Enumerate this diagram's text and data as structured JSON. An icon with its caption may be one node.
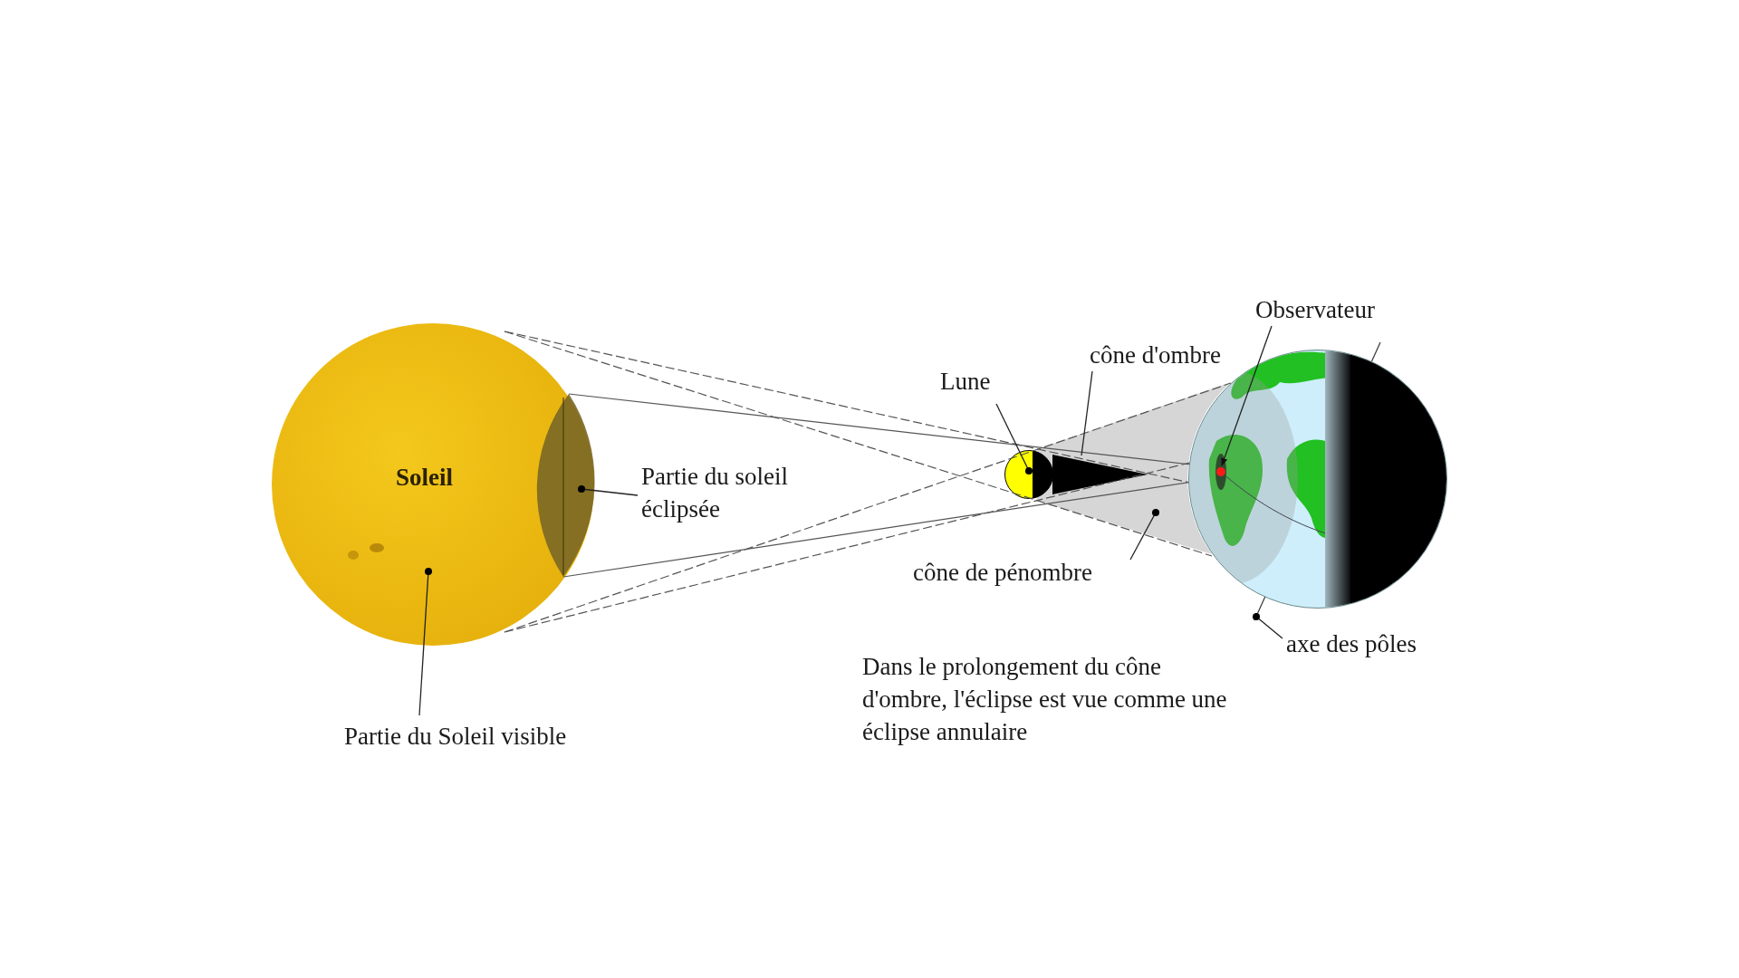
{
  "diagram": {
    "nodes": [
      {
        "text": [
          "Soleil"
        ]
      },
      {
        "text": [],
        "shape": "crescent",
        "in": 0
      },
      {
        "text": [
          "Partie du soleil éclipsée"
        ]
      },
      {
        "text": [
          "Partie du Soleil visible"
        ]
      },
      {
        "text": [],
        "shape": "circle"
      },
      {
        "text": [
          "Lune"
        ]
      },
      {
        "text": [],
        "shape": "triangle",
        "in": 8
      },
      {
        "text": [
          "cône d'ombre"
        ]
      },
      {
        "text": [],
        "shape": "cone"
      },
      {
        "text": [
          "cône de pénombre"
        ]
      },
      {
        "text": [],
        "shape": "circle"
      },
      {
        "text": [],
        "shape": "circle",
        "in": 10
      },
      {
        "text": [
          "Observateur"
        ]
      },
      {
        "text": [
          "axe des pôles"
        ]
      },
      {
        "text": [],
        "shape": "line"
      }
    ],
    "edges": [
      {
        "from": 2,
        "to": 1,
        "arrow": "other"
      },
      {
        "from": 3,
        "to": 0,
        "arrow": "other"
      },
      {
        "from": 5,
        "to": 4,
        "arrow": "other"
      },
      {
        "from": 7,
        "to": 6,
        "arrow": "none"
      },
      {
        "from": 12,
        "to": 11,
        "arrow": "to"
      },
      {
        "from": 9,
        "to": 8,
        "arrow": "other"
      },
      {
        "from": 13,
        "to": 14,
        "arrow": "other"
      }
    ],
    "labels": [
      "Dans le prolongement du cône d'ombre, l'éclipse est vue comme une éclipse annulaire"
    ]
  }
}
